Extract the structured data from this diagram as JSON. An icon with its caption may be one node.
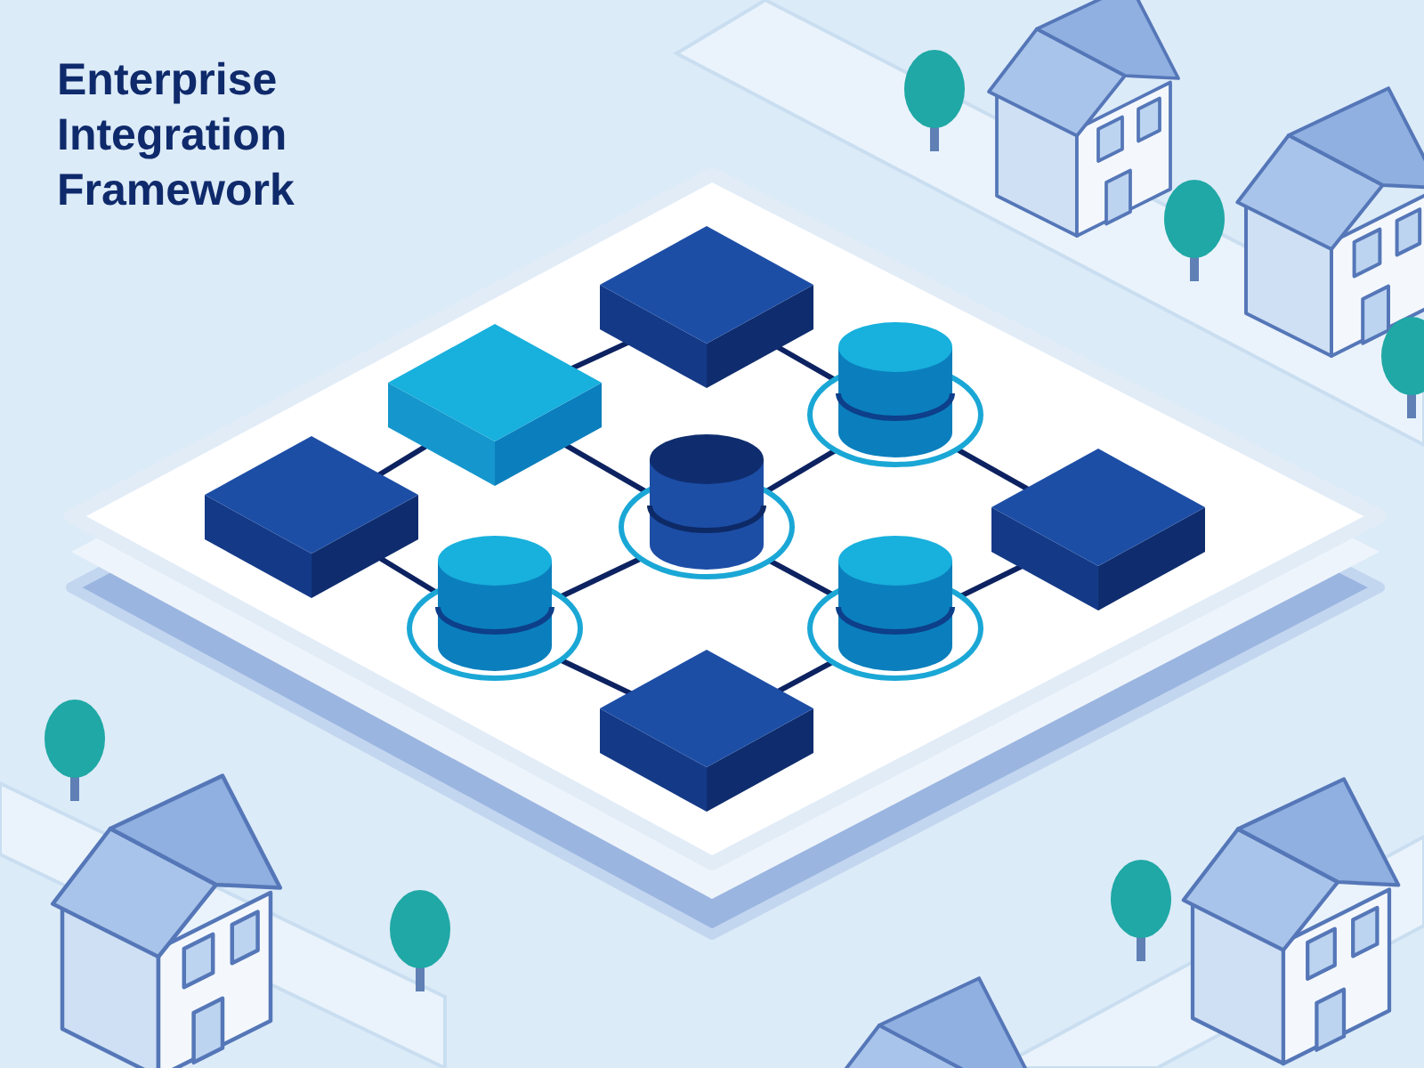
{
  "diagram": {
    "title": "Enterprise Integration Framework",
    "nodes": [
      {
        "text": [],
        "shape": "box"
      },
      {
        "text": [],
        "shape": "box"
      },
      {
        "text": [],
        "shape": "cylinder"
      },
      {
        "text": [],
        "shape": "box"
      },
      {
        "text": [],
        "shape": "cylinder"
      },
      {
        "text": [],
        "shape": "box"
      },
      {
        "text": [],
        "shape": "cylinder"
      },
      {
        "text": [],
        "shape": "cylinder"
      },
      {
        "text": [],
        "shape": "box"
      }
    ],
    "edges": [
      {
        "from": 0,
        "to": 1,
        "arrow": "none"
      },
      {
        "from": 0,
        "to": 2,
        "arrow": "none"
      },
      {
        "from": 1,
        "to": 3,
        "arrow": "none"
      },
      {
        "from": 1,
        "to": 4,
        "arrow": "none"
      },
      {
        "from": 2,
        "to": 4,
        "arrow": "none"
      },
      {
        "from": 2,
        "to": 5,
        "arrow": "none"
      },
      {
        "from": 3,
        "to": 6,
        "arrow": "none"
      },
      {
        "from": 4,
        "to": 6,
        "arrow": "none"
      },
      {
        "from": 4,
        "to": 7,
        "arrow": "none"
      },
      {
        "from": 5,
        "to": 7,
        "arrow": "none"
      },
      {
        "from": 6,
        "to": 8,
        "arrow": "none"
      },
      {
        "from": 7,
        "to": 8,
        "arrow": "none"
      }
    ]
  }
}
